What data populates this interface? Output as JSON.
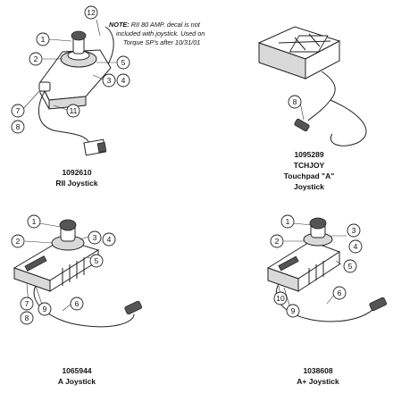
{
  "note": {
    "label": "NOTE:",
    "line1": " RII 80 AMP. decal is not",
    "line2": "included with joystick. Used on",
    "line3": "Torque SP's after 10/31/01"
  },
  "joysticks": [
    {
      "part_number": "1092610",
      "name": "RII Joystick",
      "callouts": [
        "1",
        "2",
        "3",
        "4",
        "5",
        "7",
        "8",
        "11",
        "12"
      ]
    },
    {
      "part_number": "1095289",
      "name_line1": "TCHJOY",
      "name_line2": "Touchpad \"A\"",
      "name_line3": "Joystick",
      "callouts": [
        "8"
      ]
    },
    {
      "part_number": "1065944",
      "name": "A Joystick",
      "callouts": [
        "1",
        "2",
        "3",
        "4",
        "5",
        "6",
        "7",
        "8",
        "9"
      ]
    },
    {
      "part_number": "1038608",
      "name": "A+ Joystick",
      "callouts": [
        "1",
        "2",
        "3",
        "4",
        "5",
        "6",
        "9",
        "10"
      ]
    }
  ]
}
